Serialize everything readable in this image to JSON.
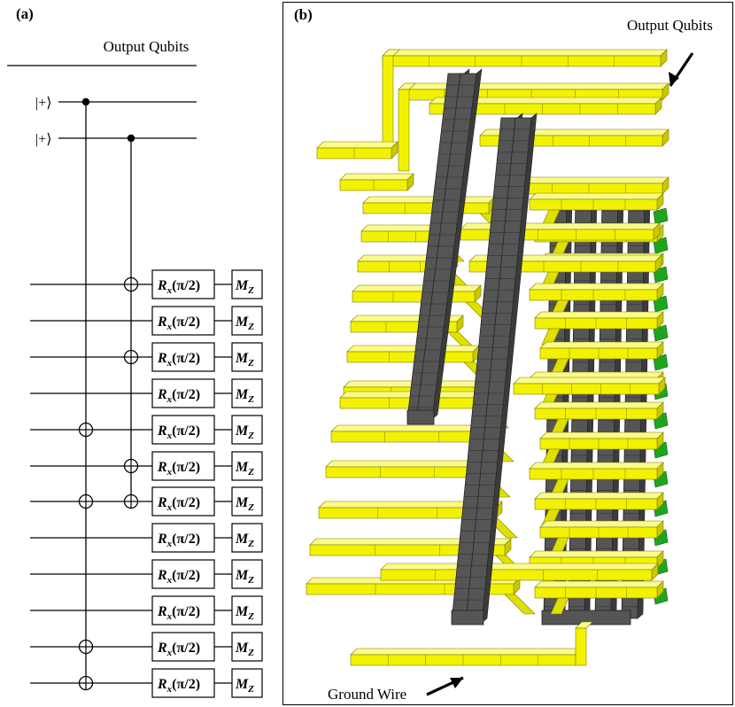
{
  "panels": {
    "a": {
      "label": "(a)"
    },
    "b": {
      "label": "(b)"
    }
  },
  "circuit": {
    "header": "Output Qubits",
    "input_state": "|+⟩",
    "num_input_qubits": 2,
    "num_lower_qubits": 12,
    "gate_label": {
      "main": "R",
      "sub": "x",
      "arg": "(π/2)"
    },
    "measure_label": {
      "main": "M",
      "sub": "Z"
    },
    "gated_lower_rows": 12,
    "cnots": [
      {
        "control": 0,
        "target_lower": [
          4,
          6,
          10,
          11
        ]
      },
      {
        "control": 1,
        "target_lower": [
          0,
          2,
          5,
          6
        ]
      }
    ]
  },
  "model": {
    "output_label": "Output Qubits",
    "ground_label": "Ground Wire",
    "colors": {
      "qubit_wire": "#f2f200",
      "qubit_wire_edge": "#7d7d00",
      "ground": "#555555",
      "ground_edge": "#222222",
      "connector": "#1ea51e"
    }
  }
}
